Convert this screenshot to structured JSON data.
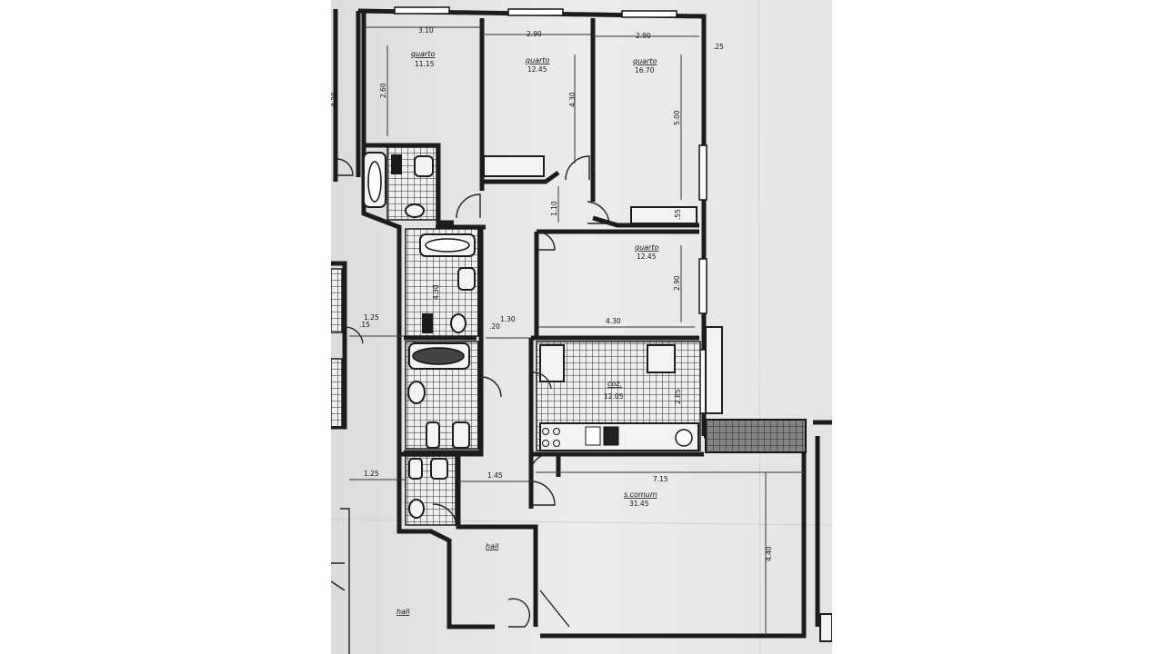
{
  "plan": {
    "rooms": [
      {
        "id": "quarto-1",
        "name": "quarto",
        "area": "11.15"
      },
      {
        "id": "quarto-2",
        "name": "quarto",
        "area": "12.45"
      },
      {
        "id": "quarto-3",
        "name": "quarto",
        "area": "16.70"
      },
      {
        "id": "quarto-4",
        "name": "quarto",
        "area": "12.45"
      },
      {
        "id": "coz",
        "name": "coz.",
        "area": "12.05"
      },
      {
        "id": "scomum",
        "name": "s.comum",
        "area": "31.45"
      },
      {
        "id": "hall-1",
        "name": "hall",
        "area": ""
      },
      {
        "id": "hall-2",
        "name": "hall",
        "area": ""
      }
    ],
    "dimensions": [
      "3.10",
      "2.90",
      "2.90",
      "2.60",
      "4.30",
      "5.00",
      "4.30",
      "1.10",
      "2.90",
      "4.30",
      "2.85",
      "1.25",
      "1.30",
      "1.25",
      "1.45",
      "7.15",
      "4.40",
      "4.30",
      ".25",
      ".15",
      ".20",
      ".55"
    ]
  }
}
